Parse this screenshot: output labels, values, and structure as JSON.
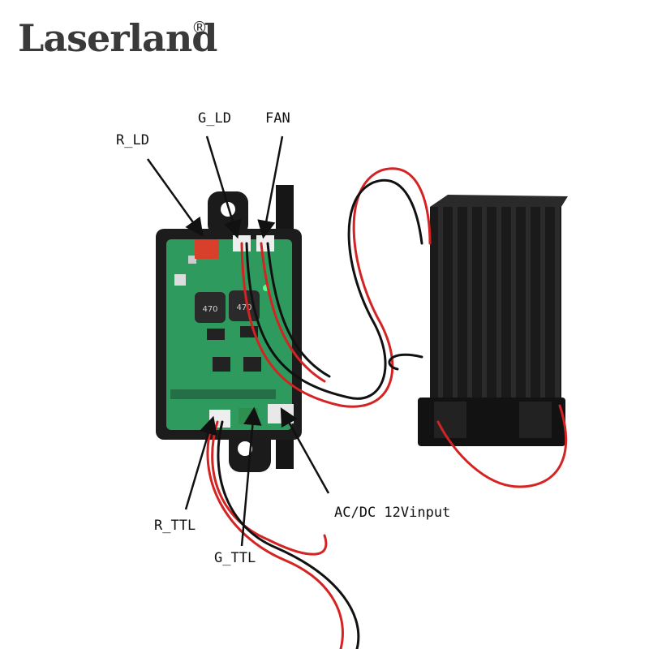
{
  "brand": {
    "name": "Laserland",
    "registered_mark": "®"
  },
  "labels": {
    "r_ld": "R_LD",
    "g_ld": "G_LD",
    "fan": "FAN",
    "r_ttl": "R_TTL",
    "g_ttl": "G_TTL",
    "power": "AC/DC 12Vinput"
  },
  "inductor_marking": "470",
  "colors": {
    "pcb": "#2f9a5e",
    "enclosure": "#1c1c1c",
    "heatsink": "#141414",
    "wire_red": "#d42323",
    "wire_black": "#111111",
    "connector_red": "#d9402c",
    "connector_white": "#eeeeee"
  }
}
